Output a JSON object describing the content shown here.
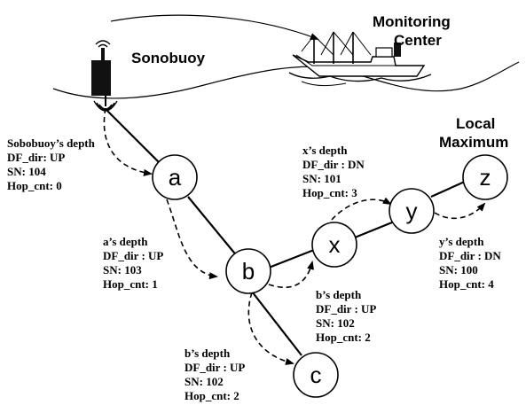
{
  "titles": {
    "sonobuoy": "Sonobuoy",
    "monitoring_line1": "Monitoring",
    "monitoring_line2": "Center",
    "local_max_line1": "Local",
    "local_max_line2": "Maximum"
  },
  "nodes": {
    "a": "a",
    "b": "b",
    "c": "c",
    "x": "x",
    "y": "y",
    "z": "z"
  },
  "info": {
    "sonobuoy": [
      "Sobobuoy’s depth",
      "DF_dir: UP",
      "SN: 104",
      "Hop_cnt: 0"
    ],
    "a": [
      "a’s depth",
      "DF_dir : UP",
      "SN: 103",
      "Hop_cnt: 1"
    ],
    "b_right": [
      "b’s depth",
      "DF_dir : UP",
      "SN: 102",
      "Hop_cnt: 2"
    ],
    "b_lower": [
      "b’s depth",
      "DF_dir : UP",
      "SN: 102",
      "Hop_cnt: 2"
    ],
    "x": [
      "x’s depth",
      "DF_dir : DN",
      "SN: 101",
      "Hop_cnt: 3"
    ],
    "y": [
      "y’s depth",
      "DF_dir : DN",
      "SN: 100",
      "Hop_cnt: 4"
    ]
  }
}
